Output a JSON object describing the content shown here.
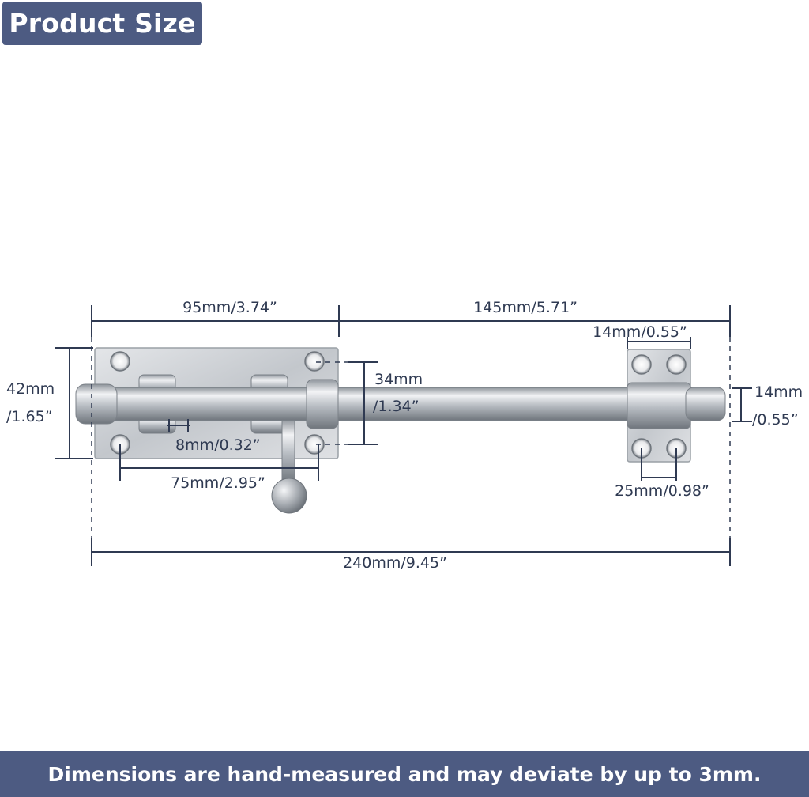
{
  "header": {
    "title": "Product Size"
  },
  "footer": {
    "note": "Dimensions are hand-measured and may deviate by up to 3mm."
  },
  "dimensions": {
    "base_length": "95mm/3.74”",
    "bolt_extension": "145mm/5.71”",
    "keeper_width": "14mm/0.55”",
    "plate_height_mm": "42mm",
    "plate_height_in": "/1.65”",
    "inner_height_mm": "34mm",
    "inner_height_in": "/1.34”",
    "bolt_diameter_mm": "14mm",
    "bolt_diameter_in": "/0.55”",
    "slot_width": "8mm/0.32”",
    "hole_spacing": "75mm/2.95”",
    "keeper_hole_spacing": "25mm/0.98”",
    "total_length": "240mm/9.45”"
  },
  "colors": {
    "banner": "#4d5b82",
    "dimension_line": "#2f3a52",
    "steel": "#c9ccd0"
  }
}
